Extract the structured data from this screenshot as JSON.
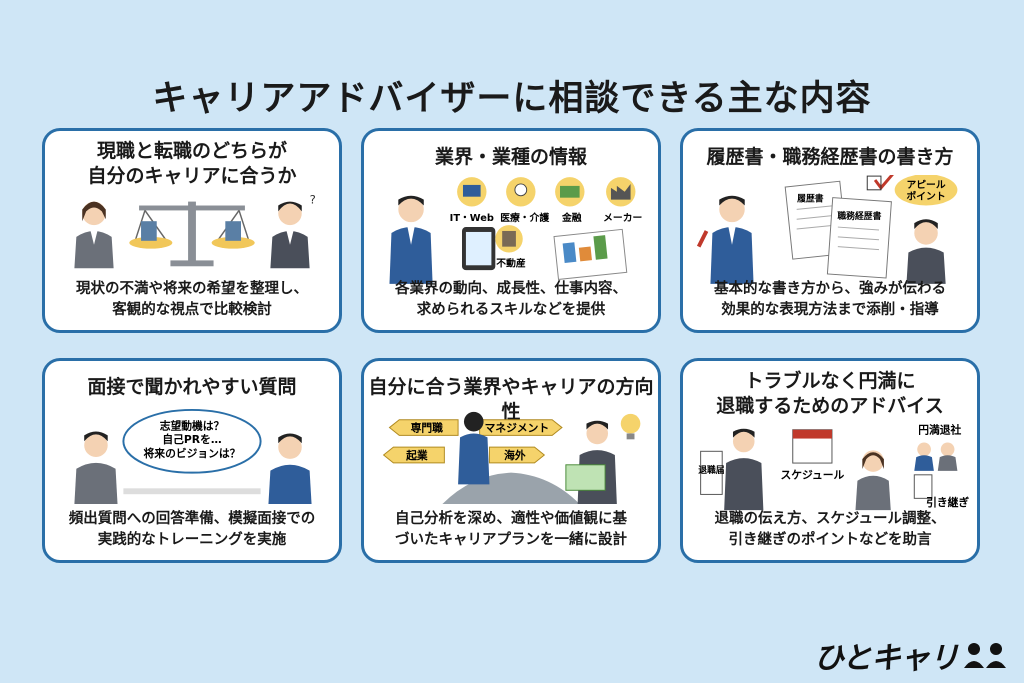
{
  "title": "キャリアアドバイザーに相談できる主な内容",
  "cards": [
    {
      "title_lines": [
        "現職と転職のどちらが",
        "自分のキャリアに合うか"
      ],
      "desc_lines": [
        "現状の不満や将来の希望を整理し、",
        "客観的な視点で比較検討"
      ]
    },
    {
      "title_lines": [
        "業界・業種の情報"
      ],
      "desc_lines": [
        "各業界の動向、成長性、仕事内容、",
        "求められるスキルなどを提供"
      ],
      "industries": [
        "IT・Web",
        "医療・介護",
        "金融",
        "メーカー",
        "不動産"
      ]
    },
    {
      "title_lines": [
        "履歴書・職務経歴書の書き方"
      ],
      "desc_lines": [
        "基本的な書き方から、強みが伝わる",
        "効果的な表現方法まで添削・指導"
      ],
      "doc_labels": [
        "履歴書",
        "職務経歴書"
      ],
      "appeal_lines": [
        "アピール",
        "ポイント"
      ]
    },
    {
      "title_lines": [
        "面接で聞かれやすい質問"
      ],
      "desc_lines": [
        "頻出質問への回答準備、模擬面接での",
        "実践的なトレーニングを実施"
      ],
      "bubble_lines": [
        "志望動機は？",
        "自己PRを…",
        "将来のビジョンは？"
      ]
    },
    {
      "title_lines": [
        "自分に合う業界やキャリアの方向性"
      ],
      "desc_lines": [
        "自己分析を深め、適性や価値観に基",
        "づいたキャリアプランを一緒に設計"
      ],
      "signs": [
        "専門職",
        "マネジメント",
        "起業",
        "海外"
      ]
    },
    {
      "title_lines": [
        "トラブルなく円満に",
        "退職するためのアドバイス"
      ],
      "desc_lines": [
        "退職の伝え方、スケジュール調整、",
        "引き継ぎのポイントなどを助言"
      ],
      "tags": [
        "円満退社",
        "スケジュール",
        "引き継ぎ",
        "退職届"
      ]
    }
  ],
  "logo": "ひとキャリ",
  "colors": {
    "background": "#cfe6f6",
    "card_border": "#2a6fa8",
    "suit": "#4a4f5a",
    "accent_yellow": "#f5d36b"
  }
}
